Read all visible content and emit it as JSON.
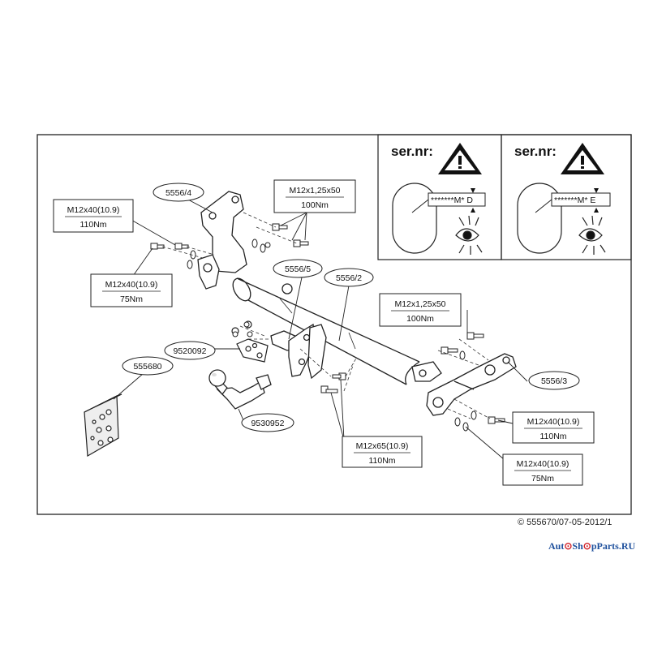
{
  "parts": {
    "p5556_4": "5556/4",
    "p5556_5": "5556/5",
    "p5556_2": "5556/2",
    "p5556_3": "5556/3",
    "p9520092": "9520092",
    "p555680": "555680",
    "p9530952": "9530952"
  },
  "torques": {
    "top_left": {
      "spec": "M12x40(10.9)",
      "value": "110Nm"
    },
    "top_middle": {
      "spec": "M12x1,25x50",
      "value": "100Nm"
    },
    "left_lower": {
      "spec": "M12x40(10.9)",
      "value": "75Nm"
    },
    "right_upper": {
      "spec": "M12x1,25x50",
      "value": "100Nm"
    },
    "right_middle": {
      "spec": "M12x40(10.9)",
      "value": "110Nm"
    },
    "center_bottom": {
      "spec": "M12x65(10.9)",
      "value": "110Nm"
    },
    "right_lower": {
      "spec": "M12x40(10.9)",
      "value": "75Nm"
    }
  },
  "serial_panels": [
    {
      "label": "ser.nr:",
      "code": "*******M* D"
    },
    {
      "label": "ser.nr:",
      "code": "*******M* E"
    }
  ],
  "footer": {
    "copyright": "© 555670/07-05-2012/1",
    "watermark_a": "Aut",
    "watermark_b": "Sh",
    "watermark_c": "pParts.RU"
  },
  "colors": {
    "line": "#1a1a1a",
    "watermark_blue": "#1d4f9c",
    "watermark_red": "#d2232a"
  }
}
